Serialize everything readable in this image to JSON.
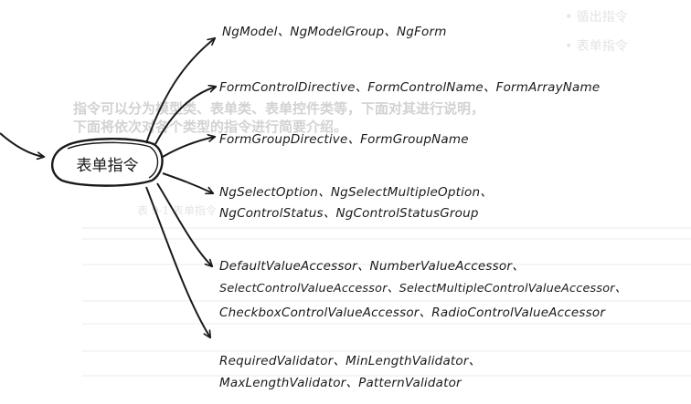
{
  "background_faded": {
    "top_item_1": "• 循出指令",
    "top_item_2": "• 表单指令",
    "line_1": "指令可以分为模型类、表单类、表单控件类等，下面对其进行说明，",
    "line_2": "下面将依次对各个类型的指令进行简要介绍。",
    "table_caption": "表 9-1 表单指令"
  },
  "diagram": {
    "center": "表单指令",
    "branches": [
      {
        "lines": [
          "NgModel、NgModelGroup、NgForm"
        ]
      },
      {
        "lines": [
          "FormControlDirective、FormControlName、FormArrayName"
        ]
      },
      {
        "lines": [
          "FormGroupDirective、FormGroupName"
        ]
      },
      {
        "lines": [
          "NgSelectOption、NgSelectMultipleOption、",
          "NgControlStatus、NgControlStatusGroup"
        ]
      },
      {
        "lines": [
          "DefaultValueAccessor、NumberValueAccessor、",
          "SelectControlValueAccessor、SelectMultipleControlValueAccessor、",
          "CheckboxControlValueAccessor、RadioControlValueAccessor"
        ]
      },
      {
        "lines": [
          "RequiredValidator、MinLengthValidator、",
          "MaxLengthValidator、PatternValidator"
        ]
      }
    ]
  }
}
